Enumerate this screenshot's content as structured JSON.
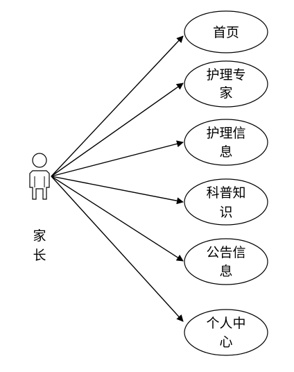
{
  "actor": {
    "name_lines": [
      "家",
      "长"
    ]
  },
  "use_cases": [
    {
      "id": "home",
      "lines": [
        "首页"
      ]
    },
    {
      "id": "nursing-expert",
      "lines": [
        "护理专",
        "家"
      ]
    },
    {
      "id": "nursing-info",
      "lines": [
        "护理信",
        "息"
      ]
    },
    {
      "id": "science-knowledge",
      "lines": [
        "科普知",
        "识"
      ]
    },
    {
      "id": "announcement",
      "lines": [
        "公告信",
        "息"
      ]
    },
    {
      "id": "personal-center",
      "lines": [
        "个人中",
        "心"
      ]
    }
  ]
}
